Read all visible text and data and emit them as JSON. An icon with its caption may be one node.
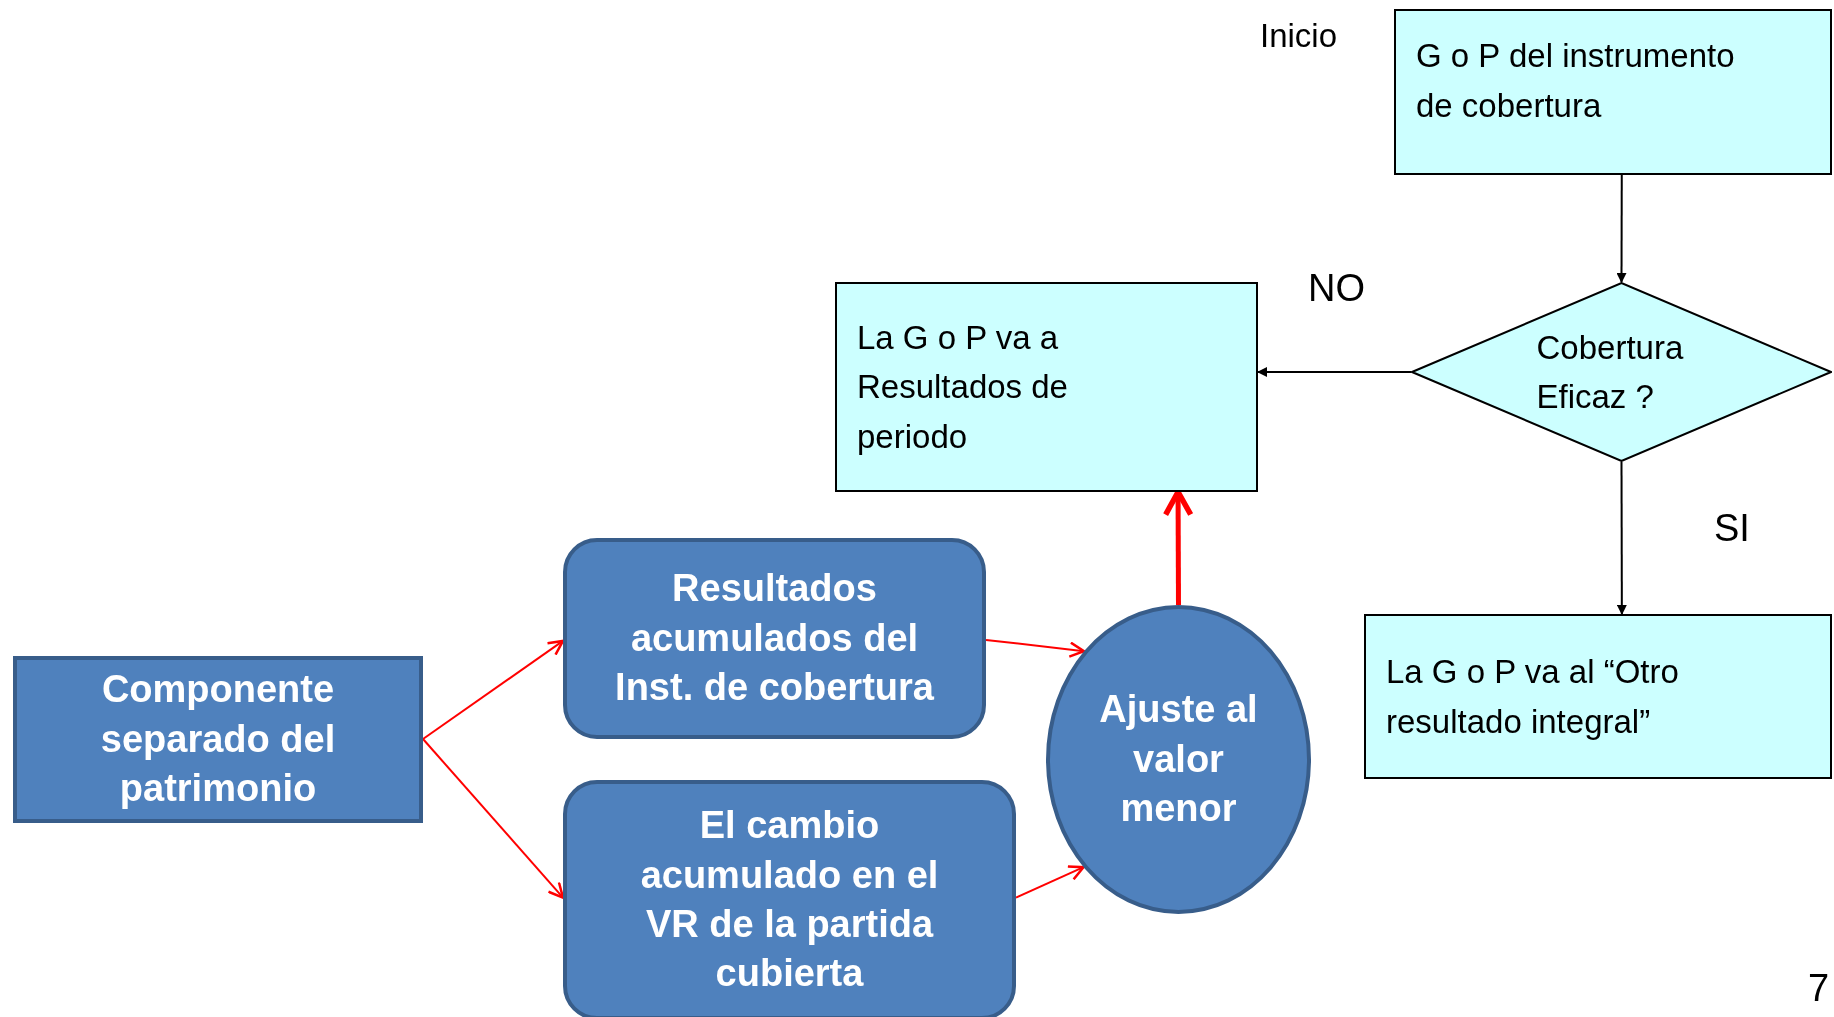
{
  "diagram": {
    "nodes": [
      {
        "text": [
          "G o P del instrumento de cobertura"
        ],
        "beside": [
          "Inicio"
        ]
      },
      {
        "text": [
          "Cobertura Eficaz ?"
        ]
      },
      {
        "text": [
          "La G o P va a Resultados de periodo"
        ]
      },
      {
        "text": [
          "La G o P va al “Otro resultado integral”"
        ]
      },
      {
        "text": [
          "Componente separado del patrimonio"
        ]
      },
      {
        "text": [
          "Resultados acumulados del Inst. de cobertura"
        ]
      },
      {
        "text": [
          "El cambio acumulado en el VR de la partida cubierta"
        ]
      },
      {
        "text": [
          "Ajuste al valor menor"
        ]
      }
    ],
    "edges": [
      {
        "from": 0,
        "to": 1,
        "arrow": "to",
        "color": "#000000"
      },
      {
        "from": 1,
        "to": 2,
        "arrow": "to",
        "label": "NO",
        "color": "#000000"
      },
      {
        "from": 1,
        "to": 3,
        "arrow": "to",
        "label": "SI",
        "color": "#000000"
      },
      {
        "from": 4,
        "to": 5,
        "arrow": "to"
      },
      {
        "from": 4,
        "to": 6,
        "arrow": "to"
      },
      {
        "from": 5,
        "to": 7,
        "arrow": "to"
      },
      {
        "from": 6,
        "to": 7,
        "arrow": "to"
      },
      {
        "from": 7,
        "to": 2,
        "arrow": "to",
        "style": "thick"
      }
    ],
    "labels": [
      "7"
    ]
  }
}
